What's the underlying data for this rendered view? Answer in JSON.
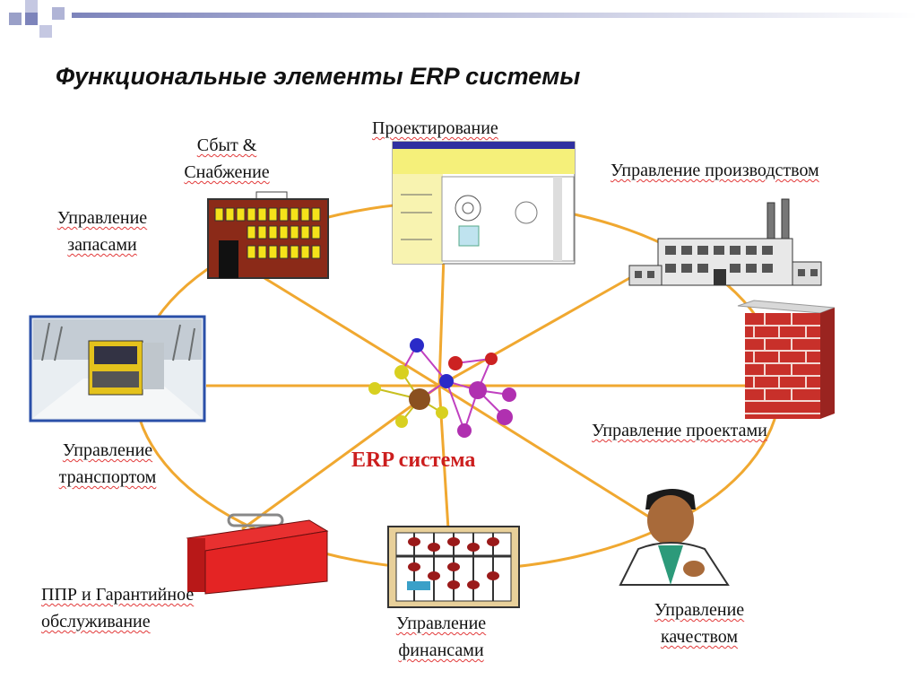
{
  "slide": {
    "title": "Функциональные элементы ERP системы",
    "accent_color": "#f0a830",
    "center_label_color": "#cc1e1e"
  },
  "diagram": {
    "center": {
      "label": "ERP система",
      "icon": "molecule-icon"
    },
    "modules": [
      {
        "label_lines": [
          "Сбыт &",
          "Снабжение"
        ],
        "icon": "building-icon"
      },
      {
        "label_lines": [
          "Проектирование"
        ],
        "icon": "cad-screen-icon"
      },
      {
        "label_lines": [
          "Управление производством"
        ],
        "icon": "factory-icon"
      },
      {
        "label_lines": [
          "Управление",
          "запасами"
        ],
        "icon": "none"
      },
      {
        "label_lines": [
          "Управление",
          "транспортом"
        ],
        "icon": "truck-photo-icon"
      },
      {
        "label_lines": [
          "Управление проектами"
        ],
        "icon": "brick-wall-icon"
      },
      {
        "label_lines": [
          "ППР и Гарантийное",
          "обслуживание"
        ],
        "icon": "toolbox-icon"
      },
      {
        "label_lines": [
          "Управление",
          "финансами"
        ],
        "icon": "abacus-icon"
      },
      {
        "label_lines": [
          "Управление",
          "качеством"
        ],
        "icon": "doctor-icon"
      }
    ]
  }
}
